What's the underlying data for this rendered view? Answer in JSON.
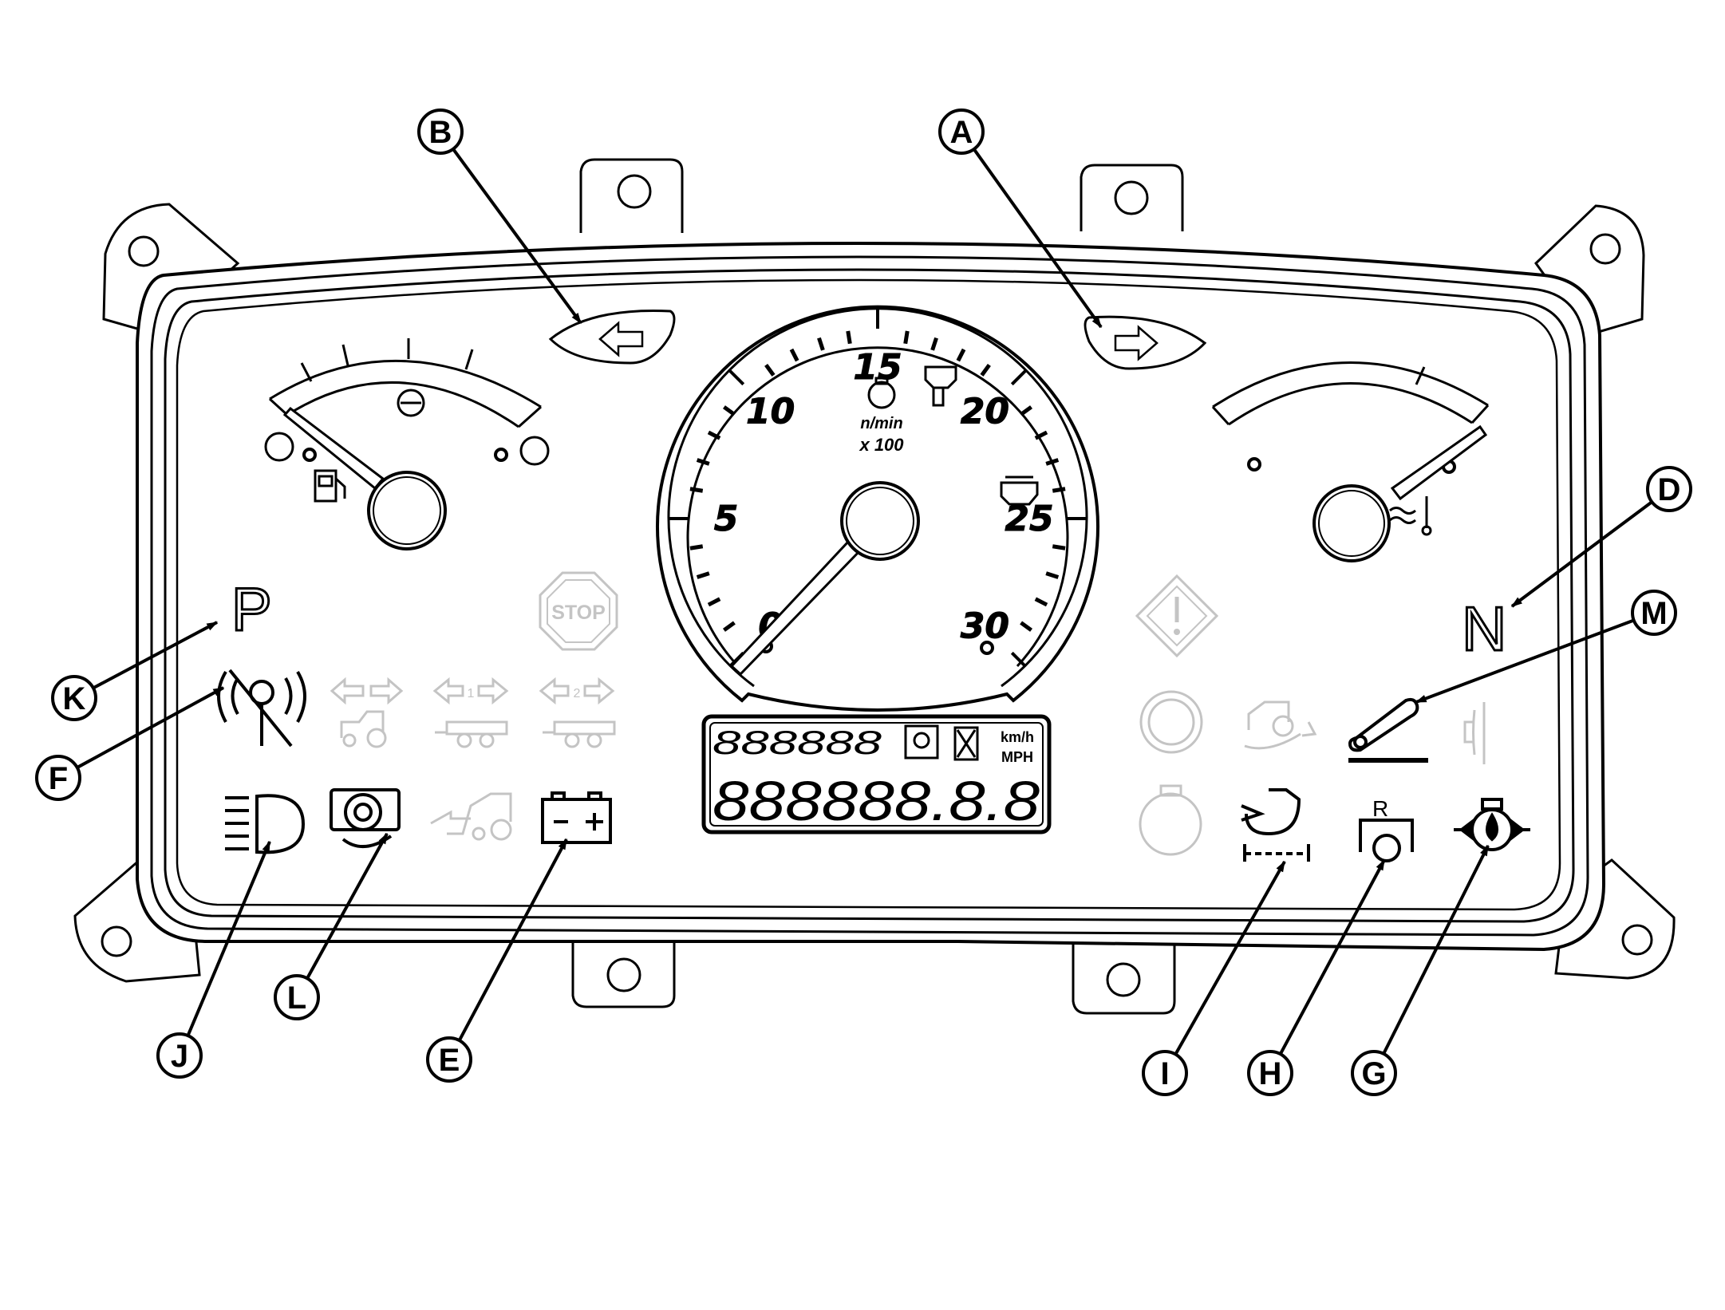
{
  "tachometer": {
    "scale_labels": [
      "0",
      "5",
      "10",
      "15",
      "20",
      "25",
      "30"
    ],
    "unit_line1": "n/min",
    "unit_line2": "x 100"
  },
  "lcd": {
    "speed_unit_1": "km/h",
    "speed_unit_2": "MPH",
    "top_digits": "888888",
    "bottom_digits": "888888.8.8"
  },
  "indicators": {
    "park_letter": "P",
    "neutral_letter": "N",
    "reverse_letter": "R",
    "stop_text": "STOP",
    "trailer_1": "1",
    "trailer_2": "2"
  },
  "callouts": [
    "A",
    "B",
    "D",
    "M",
    "K",
    "F",
    "J",
    "L",
    "E",
    "I",
    "H",
    "G"
  ],
  "colors": {
    "line": "#000000",
    "inactive_symbol": "#c4c4c4",
    "background": "#ffffff"
  }
}
